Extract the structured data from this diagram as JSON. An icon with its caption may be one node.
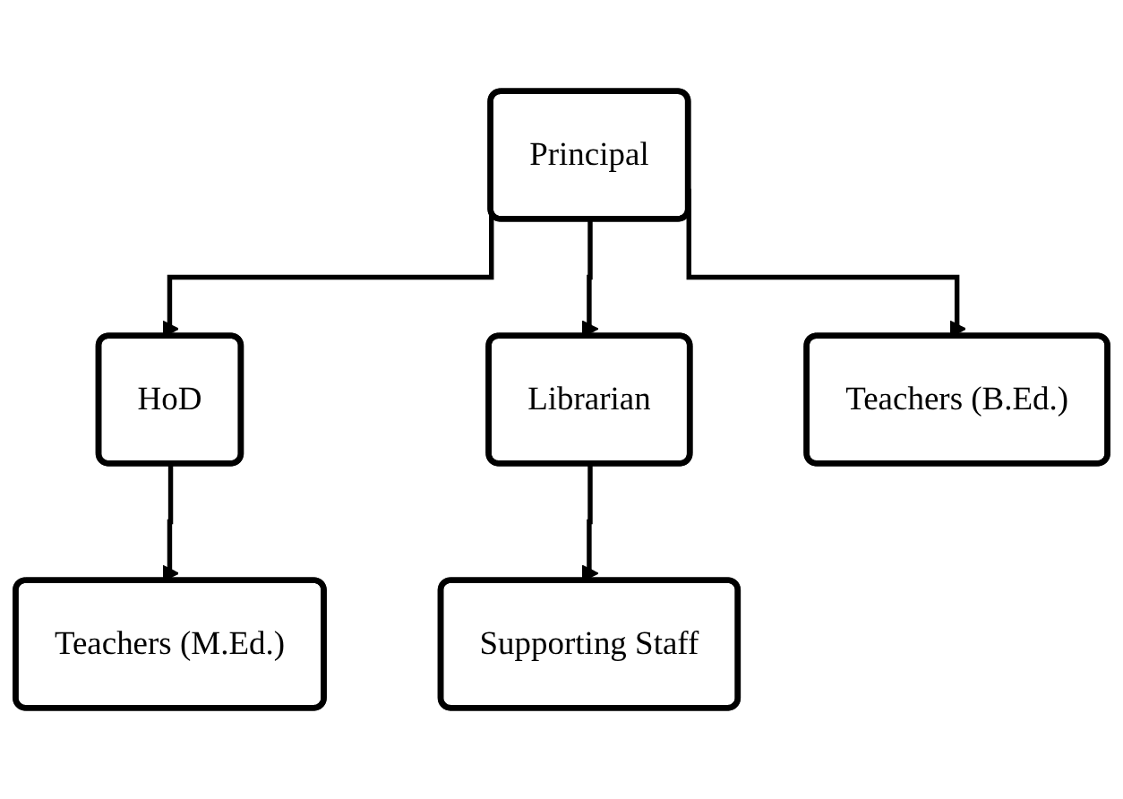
{
  "diagram": {
    "nodes": [
      {
        "text": [
          "Principal"
        ]
      },
      {
        "text": [
          "HoD"
        ]
      },
      {
        "text": [
          "Librarian"
        ]
      },
      {
        "text": [
          "Teachers (M.Ed.)"
        ]
      },
      {
        "text": [
          "Teachers (B.Ed.)"
        ]
      },
      {
        "text": [
          "Supporting Staff"
        ]
      }
    ],
    "edges": [
      {
        "from": 0,
        "to": 1,
        "arrow": "to"
      },
      {
        "from": 0,
        "to": 4,
        "arrow": "to"
      },
      {
        "from": 0,
        "to": 2,
        "arrow": "to"
      },
      {
        "from": 1,
        "to": 3,
        "arrow": "to"
      },
      {
        "from": 2,
        "to": 5,
        "arrow": "to"
      }
    ]
  }
}
